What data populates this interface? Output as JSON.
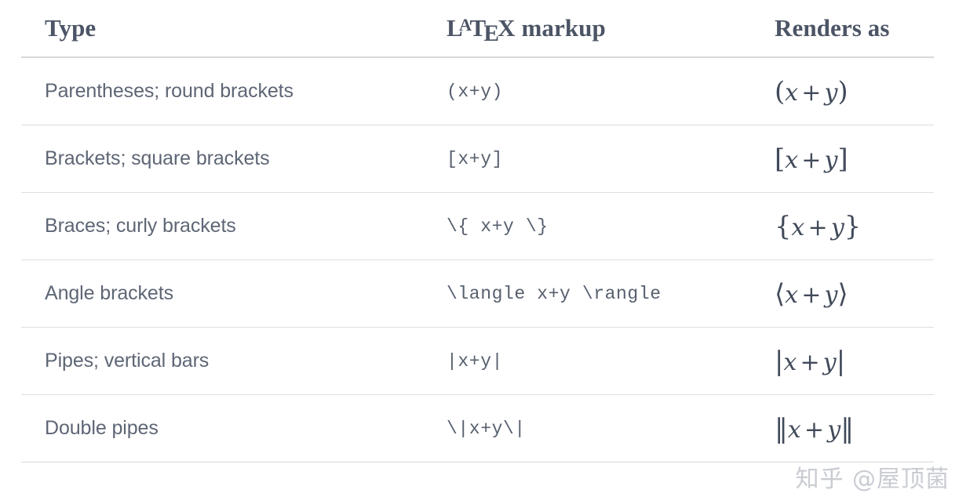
{
  "table": {
    "headers": {
      "type": "Type",
      "markup_prefix": "L",
      "markup_a": "A",
      "markup_t": "T",
      "markup_e": "E",
      "markup_x": "X",
      "markup_suffix": " markup",
      "markup_full": "LaTeX markup",
      "render": "Renders as"
    },
    "rows": [
      {
        "type": "Parentheses; round brackets",
        "markup": "(x+y)",
        "render_open": "(",
        "render_x": "x",
        "render_op": "+",
        "render_y": "y",
        "render_close": ")",
        "render_full": "(x + y)"
      },
      {
        "type": "Brackets; square brackets",
        "markup": "[x+y]",
        "render_open": "[",
        "render_x": "x",
        "render_op": "+",
        "render_y": "y",
        "render_close": "]",
        "render_full": "[x + y]"
      },
      {
        "type": "Braces; curly brackets",
        "markup": "\\{ x+y \\}",
        "render_open": "{",
        "render_x": "x",
        "render_op": "+",
        "render_y": "y",
        "render_close": "}",
        "render_full": "{x + y}"
      },
      {
        "type": "Angle brackets",
        "markup": "\\langle x+y \\rangle",
        "render_open": "⟨",
        "render_x": "x",
        "render_op": "+",
        "render_y": "y",
        "render_close": "⟩",
        "render_full": "⟨x + y⟩"
      },
      {
        "type": "Pipes; vertical bars",
        "markup": "|x+y|",
        "render_open": "|",
        "render_x": "x",
        "render_op": "+",
        "render_y": "y",
        "render_close": "|",
        "render_full": "|x + y|"
      },
      {
        "type": "Double pipes",
        "markup": "\\|x+y\\|",
        "render_open": "‖",
        "render_x": "x",
        "render_op": "+",
        "render_y": "y",
        "render_close": "‖",
        "render_full": "‖x + y‖"
      }
    ]
  },
  "watermark": {
    "text": "知乎 @屋顶菌"
  },
  "colors": {
    "background": "#ffffff",
    "header_text": "#4c5566",
    "body_text": "#5e6675",
    "markup_text": "#565f6d",
    "render_text": "#414a5a",
    "rule": "#d6d8db",
    "row_rule": "#dcdee1",
    "watermark": "#c9ccd2"
  }
}
